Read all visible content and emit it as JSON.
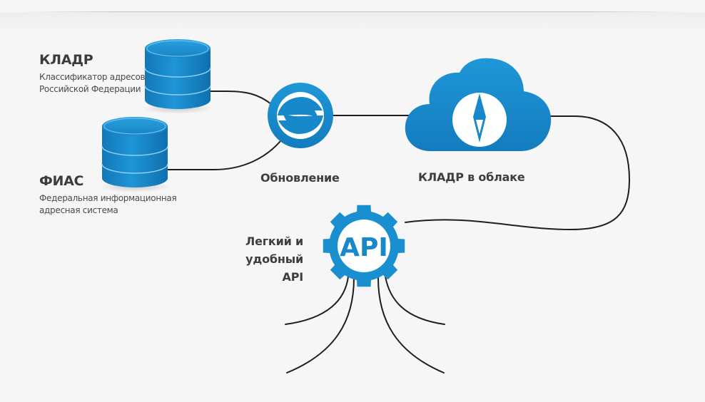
{
  "sources": [
    {
      "title": "КЛАДР",
      "description_lines": [
        "Классификатор адресов",
        "Российской Федерации"
      ]
    },
    {
      "title": "ФИАС",
      "description_lines": [
        "Федеральная информационная",
        "адресная система"
      ]
    }
  ],
  "update": {
    "label": "Обновление",
    "icon": "refresh-icon"
  },
  "cloud": {
    "label": "КЛАДР в облаке",
    "icon": "compass-icon"
  },
  "api": {
    "badge_text": "API",
    "caption_lines": [
      "Легкий и",
      "удобный API"
    ],
    "icon": "gear-icon"
  },
  "colors": {
    "accent_blue": "#1a8fd0",
    "accent_blue_dark": "#0e72ad",
    "text_dark": "#3c3c3c",
    "connector": "#1e1e1e",
    "background": "#f6f6f6"
  }
}
